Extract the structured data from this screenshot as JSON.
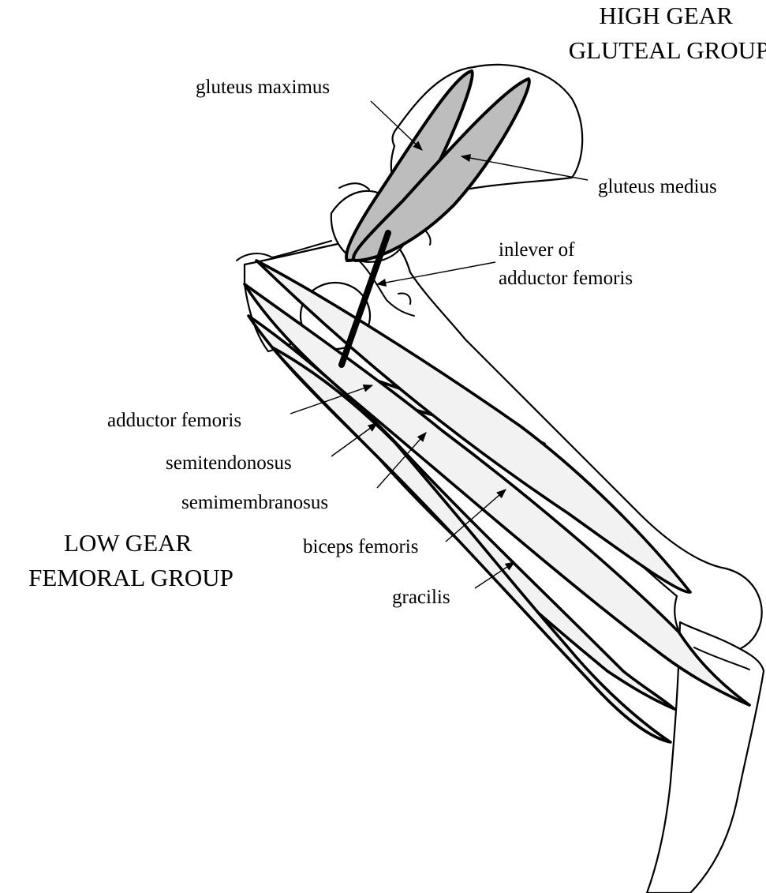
{
  "groups": {
    "high_gear": [
      "HIGH GEAR",
      "GLUTEAL GROUP"
    ],
    "low_gear": [
      "LOW GEAR",
      "FEMORAL GROUP"
    ]
  },
  "labels": {
    "gluteus_maximus": "gluteus maximus",
    "gluteus_medius": "gluteus medius",
    "inlever_adductor": [
      "inlever of",
      "adductor femoris"
    ],
    "adductor_femoris": "adductor femoris",
    "semitendonosus": "semitendonosus",
    "semimembranosus": "semimembranosus",
    "biceps_femoris": "biceps femoris",
    "gracilis": "gracilis"
  },
  "colors": {
    "gluteal_muscle_fill": "#bdbdbd",
    "femoral_muscle_fill": "#f2f2f2",
    "outline": "#000000",
    "background": "#ffffff"
  }
}
